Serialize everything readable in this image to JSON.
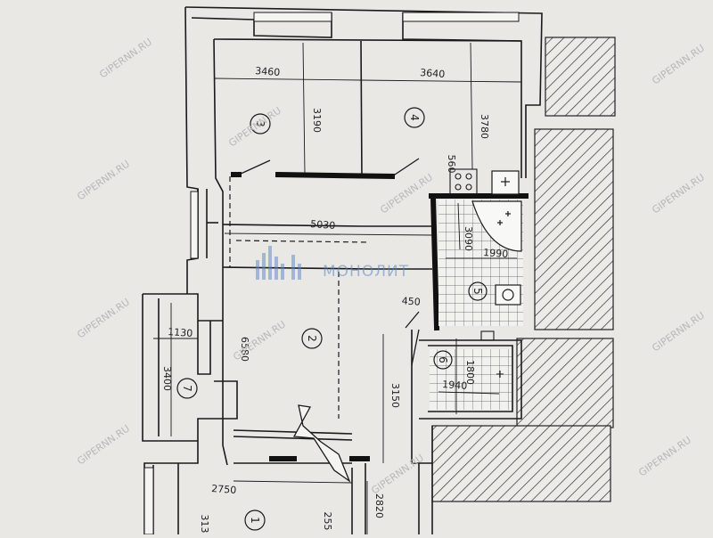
{
  "plan": {
    "dimensions": {
      "d3460": "3460",
      "d3640": "3640",
      "d3190": "3190",
      "d3780": "3780",
      "d560": "560",
      "d5030": "5030",
      "d3090": "3090",
      "d1990": "1990",
      "d450": "450",
      "d1130": "1130",
      "d6580": "6580",
      "d3400": "3400",
      "d1800": "1800",
      "d1940": "1940",
      "d3150": "3150",
      "d2750": "2750",
      "d2820": "2820",
      "d255": "255",
      "d313": "313"
    },
    "rooms": {
      "r1": "1",
      "r2": "2",
      "r3": "3",
      "r4": "4",
      "r5": "5",
      "r6": "6",
      "r7": "7"
    },
    "watermarks": {
      "site": "GIPERNN.RU",
      "brand": "МОНОЛИТ"
    },
    "colors": {
      "background": "#e9e8e4",
      "ink": "#1a1a1a",
      "brand": "#5b86c4"
    }
  }
}
